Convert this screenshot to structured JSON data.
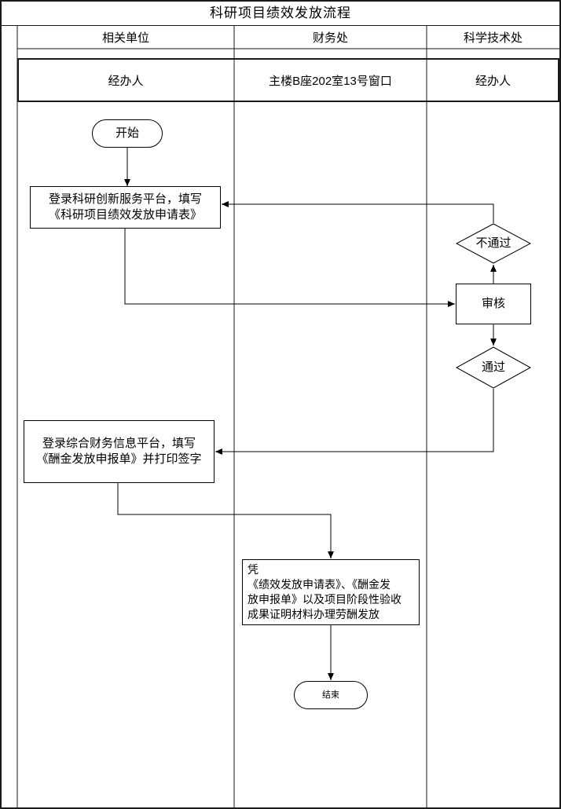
{
  "title": "科研项目绩效发放流程",
  "lanes": {
    "col1": {
      "title": "相关单位",
      "subtitle": "经办人"
    },
    "col2": {
      "title": "财务处",
      "subtitle": "主楼B座202室13号窗口"
    },
    "col3": {
      "title": "科学技术处",
      "subtitle": "经办人"
    }
  },
  "nodes": {
    "start": {
      "label": "开始"
    },
    "apply": {
      "lines": [
        "登录科研创新服务平台，填写",
        "《科研项目绩效发放申请表》"
      ]
    },
    "fail": {
      "label": "不通过"
    },
    "review": {
      "label": "审核"
    },
    "pass": {
      "label": "通过"
    },
    "finance_form": {
      "lines": [
        "登录综合财务信息平台，填写",
        "《酬金发放申报单》并打印签字"
      ]
    },
    "payment": {
      "lines": [
        "凭",
        "《绩效发放申请表》、《酬金发",
        "放申报单》以及项目阶段性验收",
        "成果证明材料办理劳酬发放"
      ]
    },
    "end": {
      "label": "结束"
    }
  },
  "colors": {
    "line": "#000000",
    "background": "#ffffff"
  }
}
